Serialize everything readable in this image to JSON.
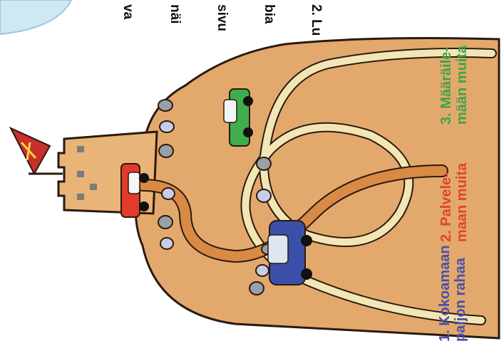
{
  "top_text": [
    "2. Lu",
    "bia",
    "sivu",
    "näi",
    "va"
  ],
  "path_labels": [
    {
      "line1": "1. Kokoamaan",
      "line2": "paljon rahaa",
      "color": "#4a4fa6"
    },
    {
      "line1": "2. Palvele-",
      "line2": "maan muita",
      "color": "#e2432a"
    },
    {
      "line1": "3. Määräile-",
      "line2": "mään muita",
      "color": "#3da34a"
    }
  ],
  "colors": {
    "sand": "#e3a96c",
    "path_orange": "#d98a45",
    "path_cream": "#f3e6b5",
    "sky": "#cfe8f2",
    "car_red": "#e23b2c",
    "car_green": "#3fae4b",
    "car_blue": "#3b4fa8",
    "stone": "#9aa0a8"
  },
  "icons": [
    "flag-icon",
    "car-red-icon",
    "car-green-icon",
    "car-blue-icon",
    "stone-icon",
    "castle-tower-icon"
  ]
}
